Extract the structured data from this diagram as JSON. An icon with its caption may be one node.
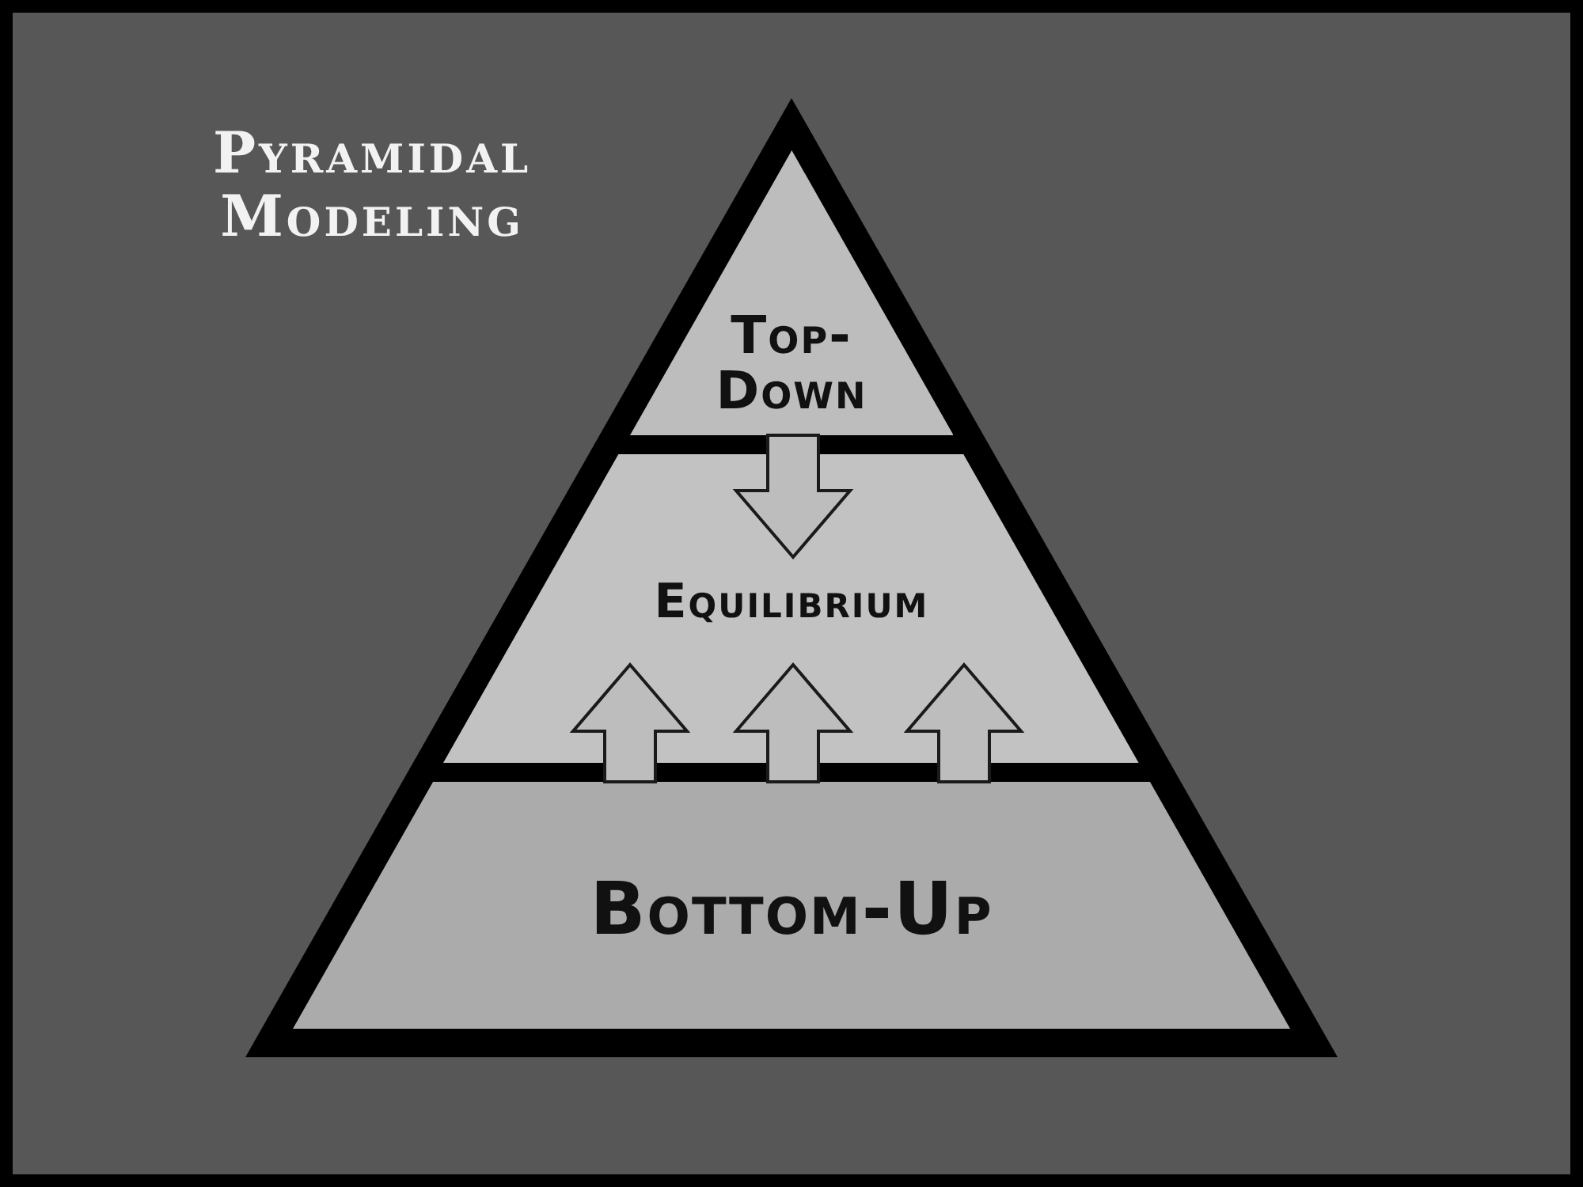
{
  "diagram": {
    "title": "Pyramidal Modeling",
    "nodes": [
      {
        "text": [
          "Top-Down"
        ]
      },
      {
        "text": [
          "Equilibrium"
        ]
      },
      {
        "text": [
          "Bottom-Up"
        ]
      }
    ],
    "edges": [
      {
        "from": 0,
        "to": 1,
        "arrow": "to"
      },
      {
        "from": 2,
        "to": 1,
        "arrow": "to"
      },
      {
        "from": 2,
        "to": 1,
        "arrow": "to"
      },
      {
        "from": 2,
        "to": 1,
        "arrow": "to"
      }
    ]
  }
}
